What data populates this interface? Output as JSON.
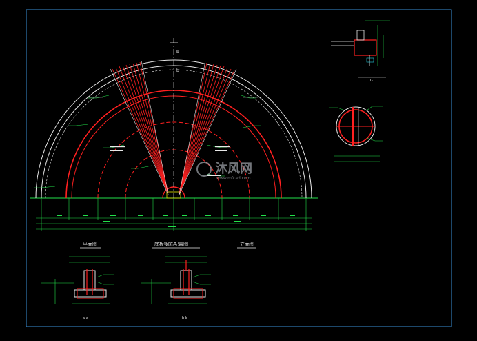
{
  "drawing": {
    "background": "#000000",
    "frame_color": "#3a8fd6",
    "colors": {
      "red": "#ff2020",
      "white": "#e8e8e8",
      "green": "#22e04a",
      "cyan": "#27d8e8",
      "magenta": "#ff33ff",
      "yellow": "#e8e800"
    },
    "labels": {
      "axis_top": "b",
      "axis_mid": "b",
      "plan_left_title": "平面图",
      "rebar_title": "底板钢筋配置图",
      "plan_right_title": "立面图",
      "section_a": "a-a",
      "section_b": "b-b",
      "detail_top": "1-1"
    },
    "watermark": {
      "text": "沐风网",
      "url": "www.mfcad.com"
    }
  }
}
